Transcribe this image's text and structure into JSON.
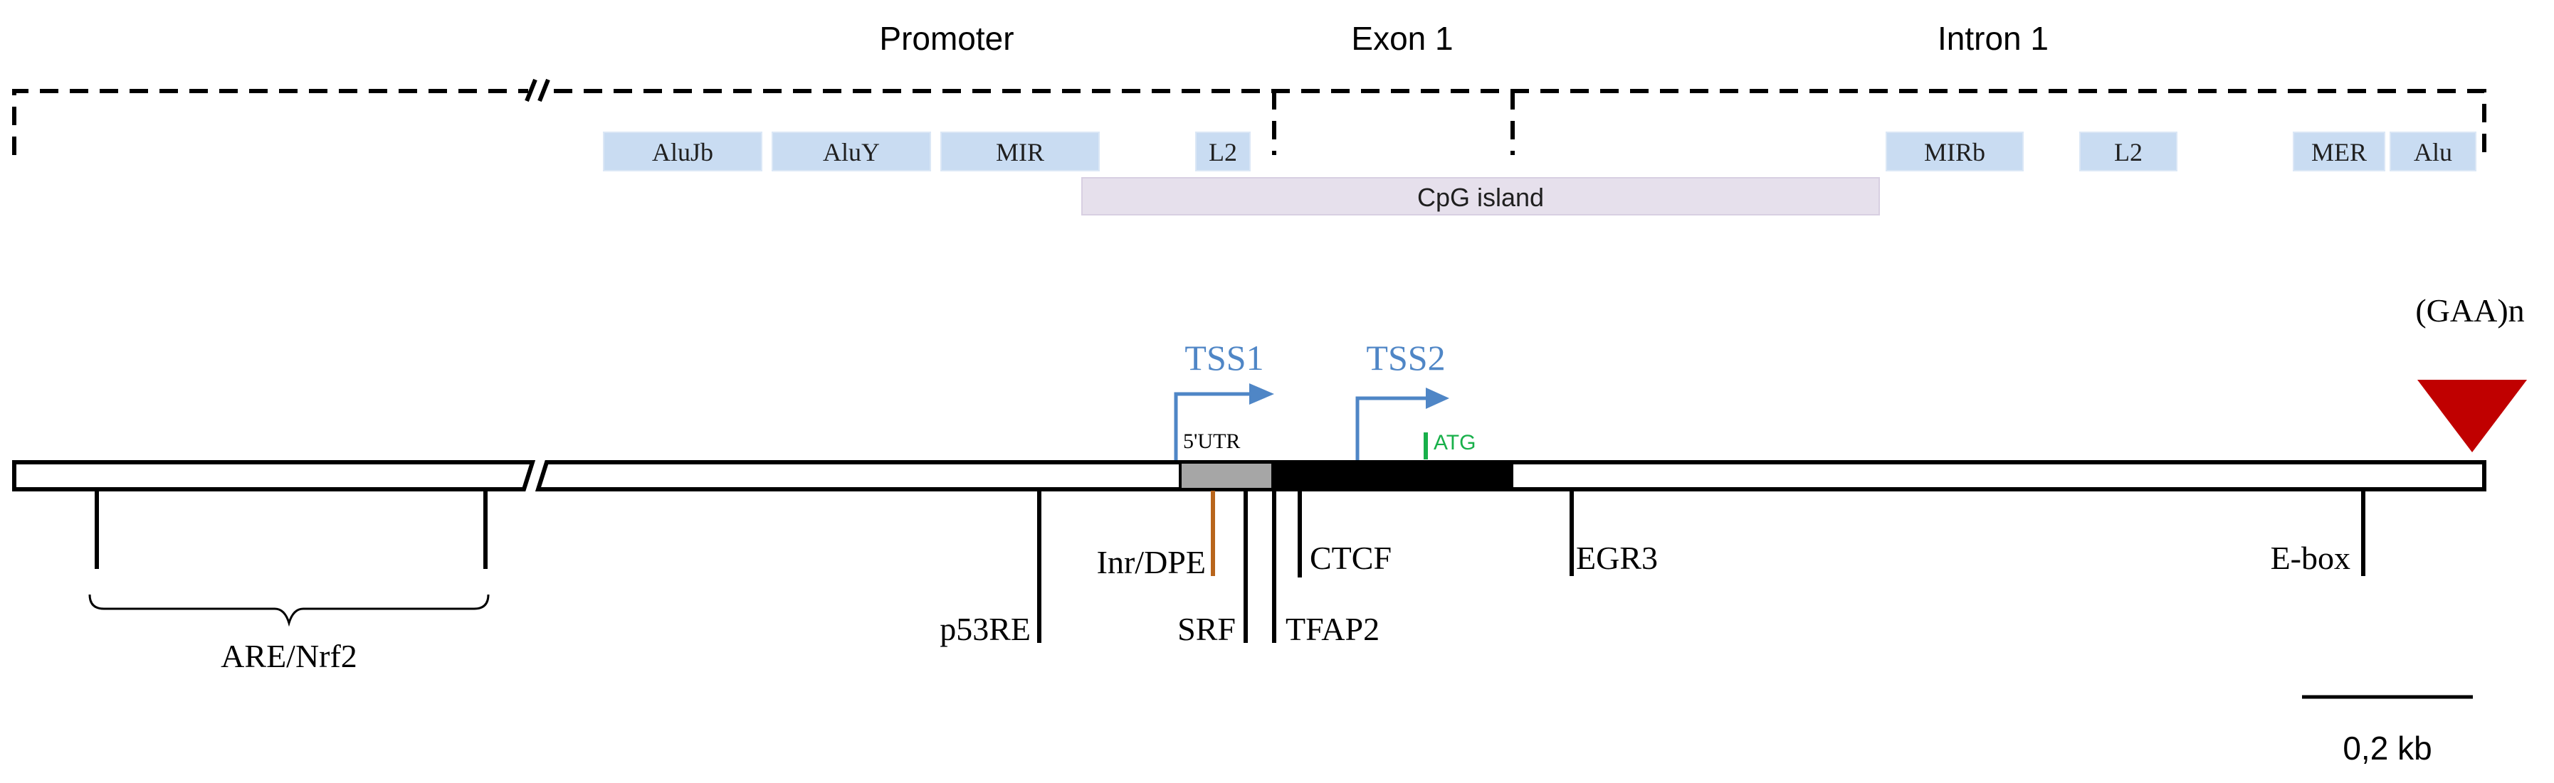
{
  "regions": {
    "promoter": "Promoter",
    "exon1": "Exon 1",
    "intron1": "Intron 1"
  },
  "repeats": [
    "AluJb",
    "AluY",
    "MIR",
    "L2",
    "MIRb",
    "L2",
    "MER",
    "Alu"
  ],
  "cpg_island": "CpG island",
  "tss": [
    "TSS1",
    "TSS2"
  ],
  "utr_label": "5'UTR",
  "atg_label": "ATG",
  "gaa_label": "(GAA)n",
  "sites": {
    "are": "ARE/Nrf2",
    "p53re": "p53RE",
    "inr": "Inr/DPE",
    "srf": "SRF",
    "ctcf": "CTCF",
    "tfap2": "TFAP2",
    "egr3": "EGR3",
    "ebox": "E-box"
  },
  "scale_bar": "0,2 kb",
  "colors": {
    "repeat_fill": "#c9dcf2",
    "cpg_fill": "#e6e0ec",
    "tss": "#4f86c6",
    "inr": "#b8651b",
    "atg": "#18b04a",
    "gaa": "#c00000",
    "utr": "#a6a6a6"
  }
}
